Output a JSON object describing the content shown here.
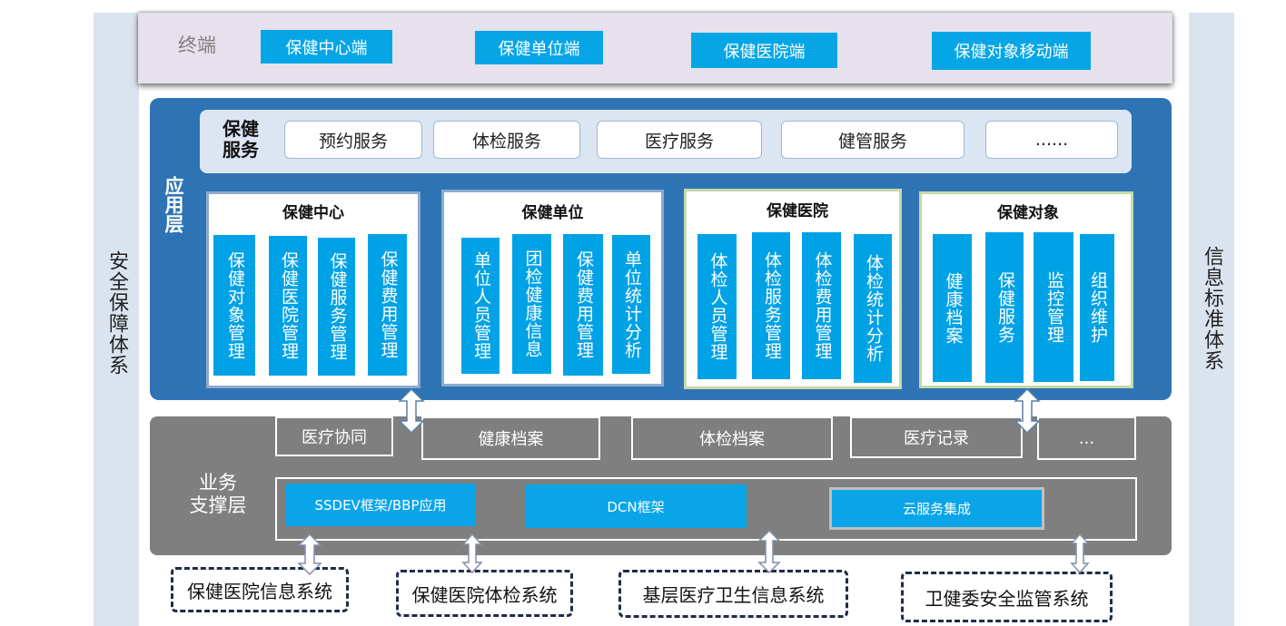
{
  "side": {
    "left": "安全保障体系",
    "right": "信息标准体系"
  },
  "terminal": {
    "label": "终端",
    "items": [
      "保健中心端",
      "保健单位端",
      "保健医院端",
      "保健对象移动端"
    ]
  },
  "application": {
    "label": "应用层",
    "service_title": "保健服务",
    "services": [
      "预约服务",
      "体检服务",
      "医疗服务",
      "健管服务",
      "......"
    ],
    "panels": [
      {
        "title": "保健中心",
        "items": [
          "保健对象管理",
          "保健医院管理",
          "保健服务管理",
          "保健费用管理"
        ]
      },
      {
        "title": "保健单位",
        "items": [
          "单位人员管理",
          "团检健康信息",
          "保健费用管理",
          "单位统计分析"
        ]
      },
      {
        "title": "保健医院",
        "items": [
          "体检人员管理",
          "体检服务管理",
          "体检费用管理",
          "体检统计分析"
        ]
      },
      {
        "title": "保健对象",
        "items": [
          "健康档案",
          "保健服务",
          "监控管理",
          "组织维护"
        ]
      }
    ]
  },
  "business": {
    "label": "业务支撑层",
    "label_line1": "业务",
    "label_line2": "支撑层",
    "records": [
      "医疗协同",
      "健康档案",
      "体检档案",
      "医疗记录",
      "..."
    ],
    "frameworks": [
      "SSDEV框架/BBP应用",
      "DCN框架",
      "云服务集成"
    ]
  },
  "external": [
    "保健医院信息系统",
    "保健医院体检系统",
    "基层医疗卫生信息系统",
    "卫健委安全监管系统"
  ],
  "colors": {
    "app_blue": "#2e74b5",
    "accent": "#00a2e6",
    "biz_gray": "#7f7f7f",
    "side": "#dbe3ef",
    "terminal": "#e6e1ec"
  }
}
